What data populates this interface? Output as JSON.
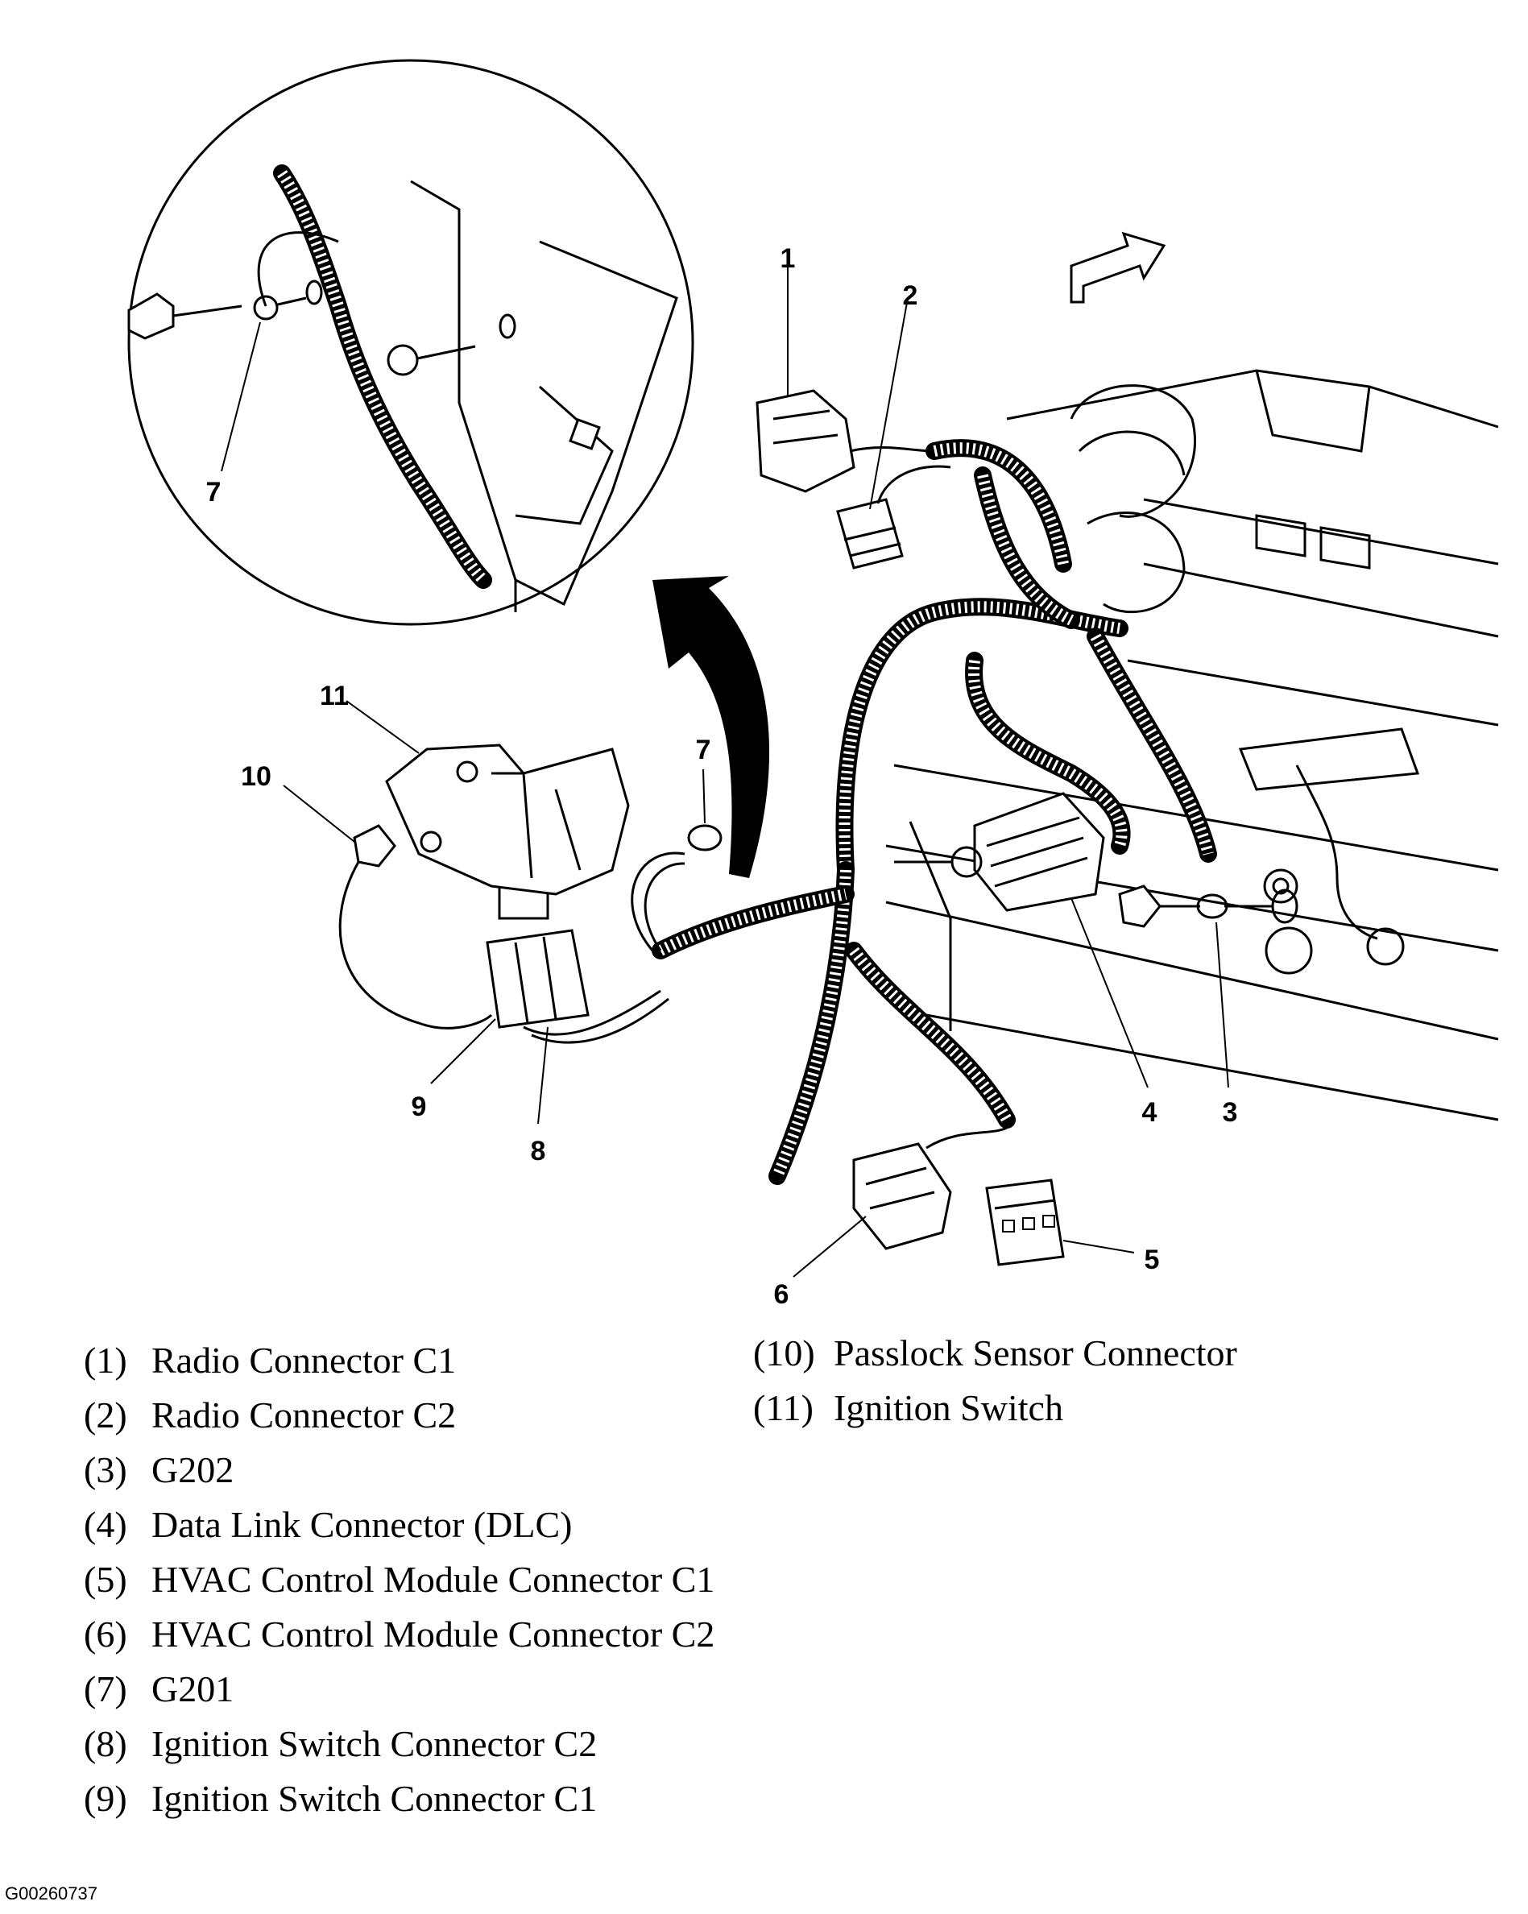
{
  "diagram": {
    "callouts": [
      "1",
      "2",
      "3",
      "4",
      "5",
      "6",
      "7",
      "7",
      "8",
      "9",
      "10",
      "11"
    ]
  },
  "legend": {
    "left": [
      {
        "num": "(1)",
        "label": "Radio Connector C1"
      },
      {
        "num": "(2)",
        "label": "Radio Connector C2"
      },
      {
        "num": "(3)",
        "label": "G202"
      },
      {
        "num": "(4)",
        "label": "Data Link Connector (DLC)"
      },
      {
        "num": "(5)",
        "label": "HVAC Control Module Connector C1"
      },
      {
        "num": "(6)",
        "label": "HVAC Control Module Connector C2"
      },
      {
        "num": "(7)",
        "label": "G201"
      },
      {
        "num": "(8)",
        "label": "Ignition Switch Connector C2"
      },
      {
        "num": "(9)",
        "label": "Ignition Switch Connector C1"
      }
    ],
    "right": [
      {
        "num": "(10)",
        "label": "Passlock Sensor Connector"
      },
      {
        "num": "(11)",
        "label": "Ignition Switch"
      }
    ]
  },
  "figure_id": "G00260737"
}
